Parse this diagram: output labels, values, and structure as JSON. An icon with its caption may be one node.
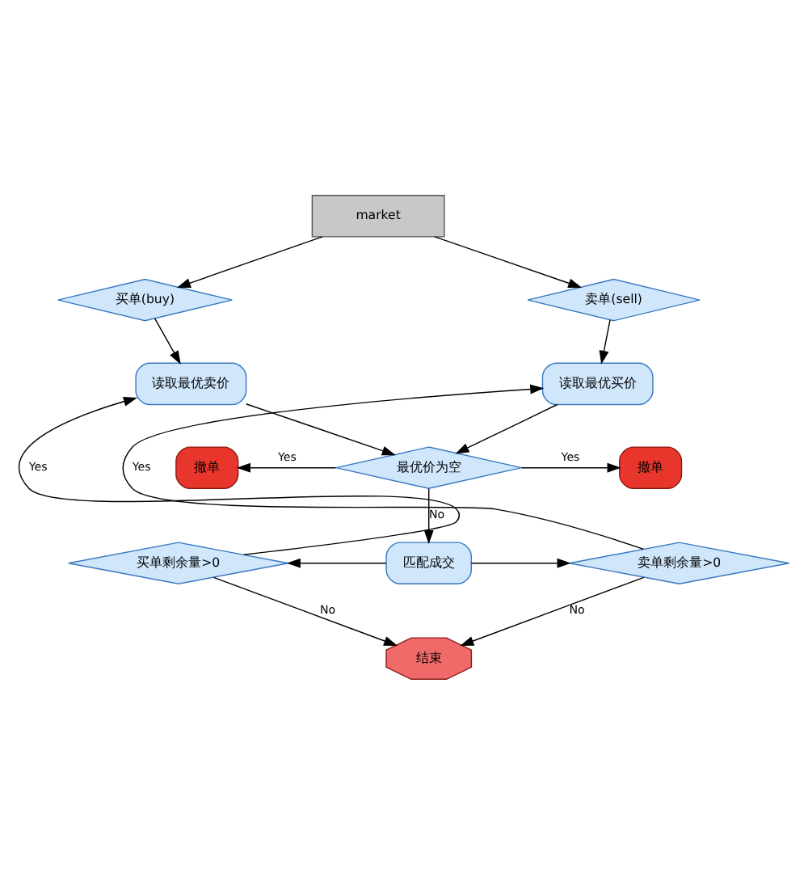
{
  "diagram": {
    "nodes": [
      {
        "text": [
          "market"
        ]
      },
      {
        "text": [
          "买单(buy)"
        ]
      },
      {
        "text": [
          "卖单(sell)"
        ]
      },
      {
        "text": [
          "读取最优卖价"
        ]
      },
      {
        "text": [
          "读取最优买价"
        ]
      },
      {
        "text": [
          "撤单"
        ]
      },
      {
        "text": [
          "最优价为空"
        ]
      },
      {
        "text": [
          "撤单"
        ]
      },
      {
        "text": [
          "匹配成交"
        ]
      },
      {
        "text": [
          "买单剩余量>0"
        ]
      },
      {
        "text": [
          "卖单剩余量>0"
        ]
      },
      {
        "text": [
          "结束"
        ]
      }
    ],
    "edges": [
      {
        "from": 0,
        "to": 1,
        "arrow": "to"
      },
      {
        "from": 0,
        "to": 2,
        "arrow": "to"
      },
      {
        "from": 1,
        "to": 3,
        "arrow": "to"
      },
      {
        "from": 2,
        "to": 4,
        "arrow": "to"
      },
      {
        "from": 3,
        "to": 6,
        "arrow": "to"
      },
      {
        "from": 4,
        "to": 6,
        "arrow": "to"
      },
      {
        "from": 6,
        "to": 5,
        "label": "Yes",
        "arrow": "to"
      },
      {
        "from": 6,
        "to": 7,
        "label": "Yes",
        "arrow": "to"
      },
      {
        "from": 6,
        "to": 8,
        "label": "No",
        "arrow": "to"
      },
      {
        "from": 8,
        "to": 9,
        "arrow": "to"
      },
      {
        "from": 8,
        "to": 10,
        "arrow": "to"
      },
      {
        "from": 9,
        "to": 3,
        "label": "Yes",
        "arrow": "to"
      },
      {
        "from": 10,
        "to": 4,
        "label": "Yes",
        "arrow": "to"
      },
      {
        "from": 9,
        "to": 11,
        "label": "No",
        "arrow": "to"
      },
      {
        "from": 10,
        "to": 11,
        "label": "No",
        "arrow": "to"
      }
    ]
  }
}
